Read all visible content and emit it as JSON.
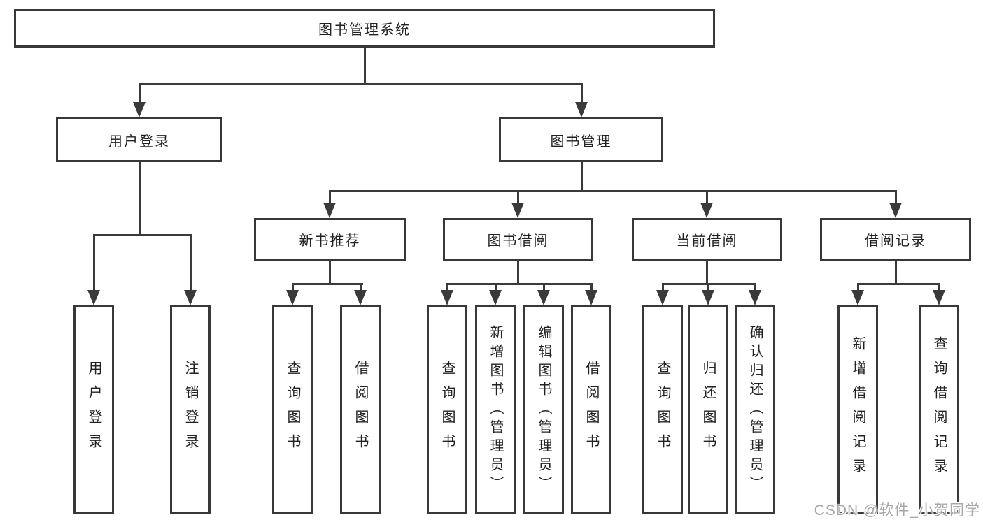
{
  "tree": {
    "root": "图书管理系统",
    "level2": [
      {
        "label": "用户登录"
      },
      {
        "label": "图书管理"
      }
    ],
    "level3": [
      {
        "label": "新书推荐"
      },
      {
        "label": "图书借阅"
      },
      {
        "label": "当前借阅"
      },
      {
        "label": "借阅记录"
      }
    ],
    "leaves": {
      "userLogin": [
        "用户登录",
        "注销登录"
      ],
      "newBookRec": [
        "查询图书",
        "借阅图书"
      ],
      "bookBorrow": [
        "查询图书",
        "新增图书（管理员）",
        "编辑图书（管理员）",
        "借阅图书"
      ],
      "currentBorrow": [
        "查询图书",
        "归还图书",
        "确认归还（管理员）"
      ],
      "borrowRecords": [
        "新增借阅记录",
        "查询借阅记录"
      ]
    }
  },
  "watermark": {
    "text": "CSDN @软件_小贺同学"
  },
  "colors": {
    "line": "#3a3a3a",
    "border": "#383838",
    "text": "#222222",
    "fill": "#ffffff",
    "wm": "#a8a8a8"
  }
}
